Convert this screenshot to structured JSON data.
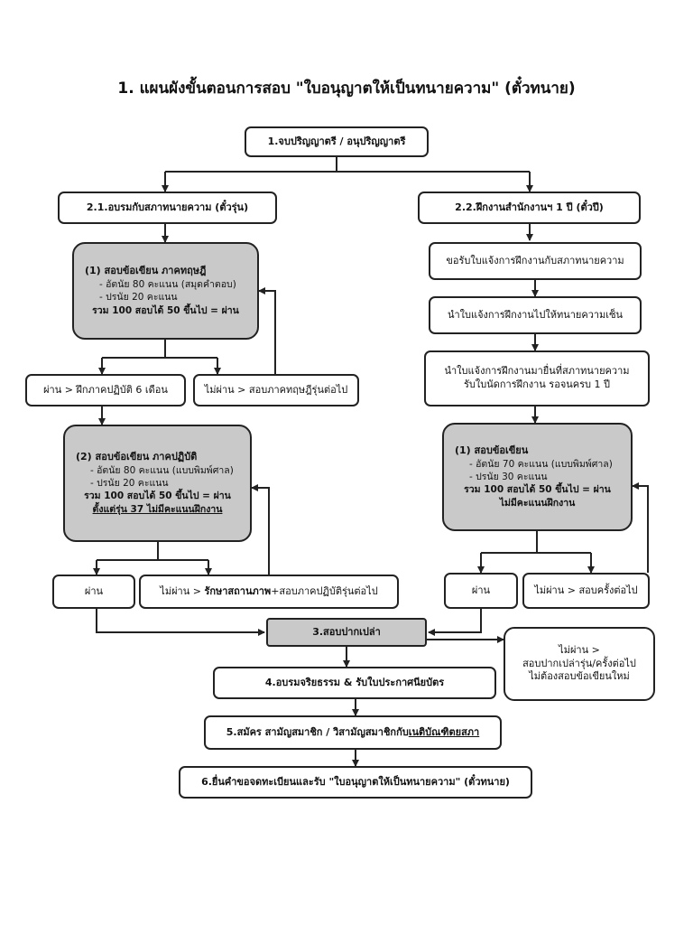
{
  "title": "1. แผนผังขั้นตอนการสอบ \"ใบอนุญาตให้เป็นทนายความ\" (ตั๋วทนาย)",
  "nodes": {
    "start": "1.จบปริญญาตรี / อนุปริญญาตรี",
    "branch_left": "2.1.อบรมกับสภาทนายความ (ตั๋วรุ่น)",
    "branch_right": "2.2.ฝึกงานสำนักงานฯ 1 ปี (ตั๋วปี)",
    "exam_theory": {
      "heading": "(1) สอบข้อเขียน ภาคทฤษฎี",
      "line1": "- อัตนัย 80 คะแนน (สมุดคำตอบ)",
      "line2": "- ปรนัย 20 คะแนน",
      "summary": "รวม 100 สอบได้ 50 ขึ้นไป = ผ่าน"
    },
    "theory_pass": "ผ่าน > ฝึกภาคปฏิบัติ 6 เดือน",
    "theory_fail": "ไม่ผ่าน > สอบภาคทฤษฎีรุ่นต่อไป",
    "exam_practice": {
      "heading": "(2) สอบข้อเขียน ภาคปฏิบัติ",
      "line1": "- อัตนัย 80 คะแนน (แบบพิมพ์ศาล)",
      "line2": "- ปรนัย 20 คะแนน",
      "summary": "รวม 100 สอบได้ 50 ขึ้นไป = ผ่าน",
      "note": "ตั้งแต่รุ่น 37 ไม่มีคะแนนฝึกงาน"
    },
    "practice_pass": "ผ่าน",
    "practice_fail_prefix": "ไม่ผ่าน > ",
    "practice_fail_bold": "รักษาสถานภาพ",
    "practice_fail_suffix": "+สอบภาคปฏิบัติรุ่นต่อไป",
    "right_step1": "ขอรับใบแจ้งการฝึกงานกับสภาทนายความ",
    "right_step2": "นำใบแจ้งการฝึกงานไปให้ทนายความเซ็น",
    "right_step3_line1": "นำใบแจ้งการฝึกงานมายื่นที่สภาทนายความ",
    "right_step3_line2": "รับใบนัดการฝึกงาน รอจนครบ 1 ปี",
    "exam_right": {
      "heading": "(1) สอบข้อเขียน",
      "line1": "- อัตนัย 70 คะแนน (แบบพิมพ์ศาล)",
      "line2": "- ปรนัย 30 คะแนน",
      "summary": "รวม 100 สอบได้ 50 ขึ้นไป = ผ่าน",
      "note": "ไม่มีคะแนนฝึกงาน"
    },
    "right_pass": "ผ่าน",
    "right_fail": "ไม่ผ่าน > สอบครั้งต่อไป",
    "oral": "3.สอบปากเปล่า",
    "oral_fail_line1": "ไม่ผ่าน >",
    "oral_fail_line2": "สอบปากเปล่ารุ่น/ครั้งต่อไป",
    "oral_fail_line3": "ไม่ต้องสอบข้อเขียนใหม่",
    "step4": "4.อบรมจริยธรรม & รับใบประกาศนียบัตร",
    "step5_prefix": "5.สมัคร สามัญสมาชิก / วิสามัญสมาชิกกับ",
    "step5_underlined": "เนติบัณฑิตยสภา",
    "step6": "6.ยื่นคำขอจดทะเบียนและรับ \"ใบอนุญาตให้เป็นทนายความ\" (ตั๋วทนาย)"
  },
  "colors": {
    "exam_fill": "#c9c9c9",
    "line": "#222222"
  }
}
